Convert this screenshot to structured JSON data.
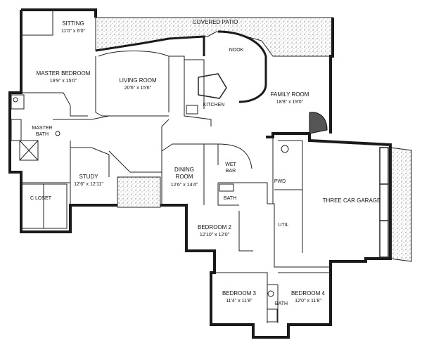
{
  "rooms": {
    "sitting": {
      "name": "SITTING",
      "dims": "11'0\" x 6'0\""
    },
    "covered_patio": {
      "name": "COVERED PATIO"
    },
    "master_bedroom": {
      "name": "MASTER BEDROOM",
      "dims": "19'9\" x 15'0\""
    },
    "living_room": {
      "name": "LIVING ROOM",
      "dims": "20'6\" x 15'6\""
    },
    "nook": {
      "name": "NOOK"
    },
    "kitchen": {
      "name": "KITCHEN"
    },
    "family_room": {
      "name": "FAMILY ROOM",
      "dims": "18'8\" x 19'0\""
    },
    "master_bath": {
      "name": "MASTER",
      "name2": "BATH"
    },
    "study": {
      "name": "STUDY",
      "dims": "12'6\" x 12'11\""
    },
    "dining_room": {
      "name": "DINING",
      "name2": "ROOM",
      "dims": "12'6\" x 14'4\""
    },
    "wet_bar": {
      "name": "WET",
      "name2": "BAR"
    },
    "pwd": {
      "name": "PWD"
    },
    "garage": {
      "name": "THREE CAR GARAGE"
    },
    "closet": {
      "name": "C LOSET"
    },
    "bath": {
      "name": "BATH"
    },
    "util": {
      "name": "UTIL"
    },
    "bedroom2": {
      "name": "BEDROOM 2",
      "dims": "12'10\" x 12'0\""
    },
    "bedroom3": {
      "name": "BEDROOM 3",
      "dims": "11'4\" x 11'8\""
    },
    "bedroom4": {
      "name": "BEDROOM 4",
      "dims": "12'0\" x 11'8\""
    },
    "bath2": {
      "name": "BATH"
    }
  }
}
